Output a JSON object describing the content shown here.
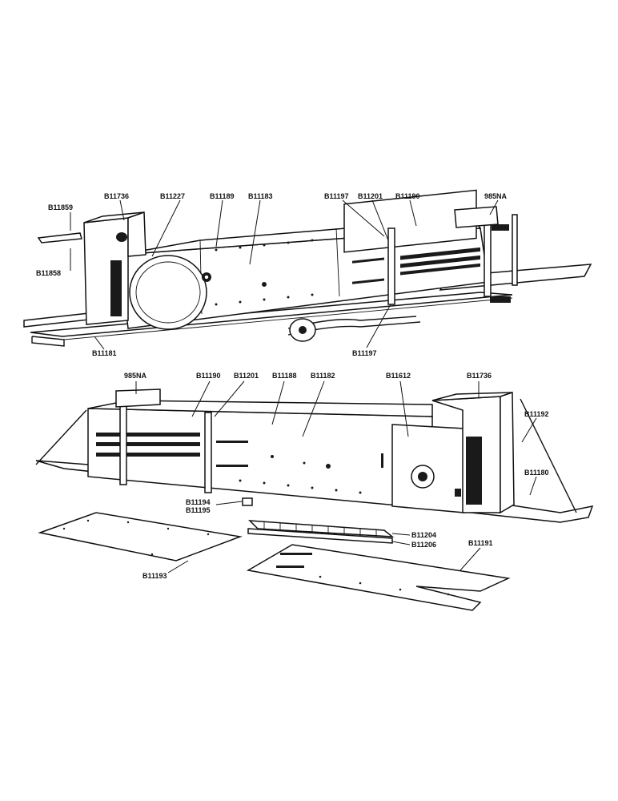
{
  "labels": {
    "top": [
      "B11859",
      "B11736",
      "B11227",
      "B11189",
      "B11183",
      "B11197",
      "B11201",
      "B11190",
      "985NA",
      "B11858",
      "B11181",
      "B11197"
    ],
    "bottom": [
      "985NA",
      "B11190",
      "B11201",
      "B11188",
      "B11182",
      "B11612",
      "B11736",
      "B11192",
      "B11180",
      "B11194",
      "B11195",
      "B11204",
      "B11206",
      "B11191",
      "B11193"
    ]
  }
}
